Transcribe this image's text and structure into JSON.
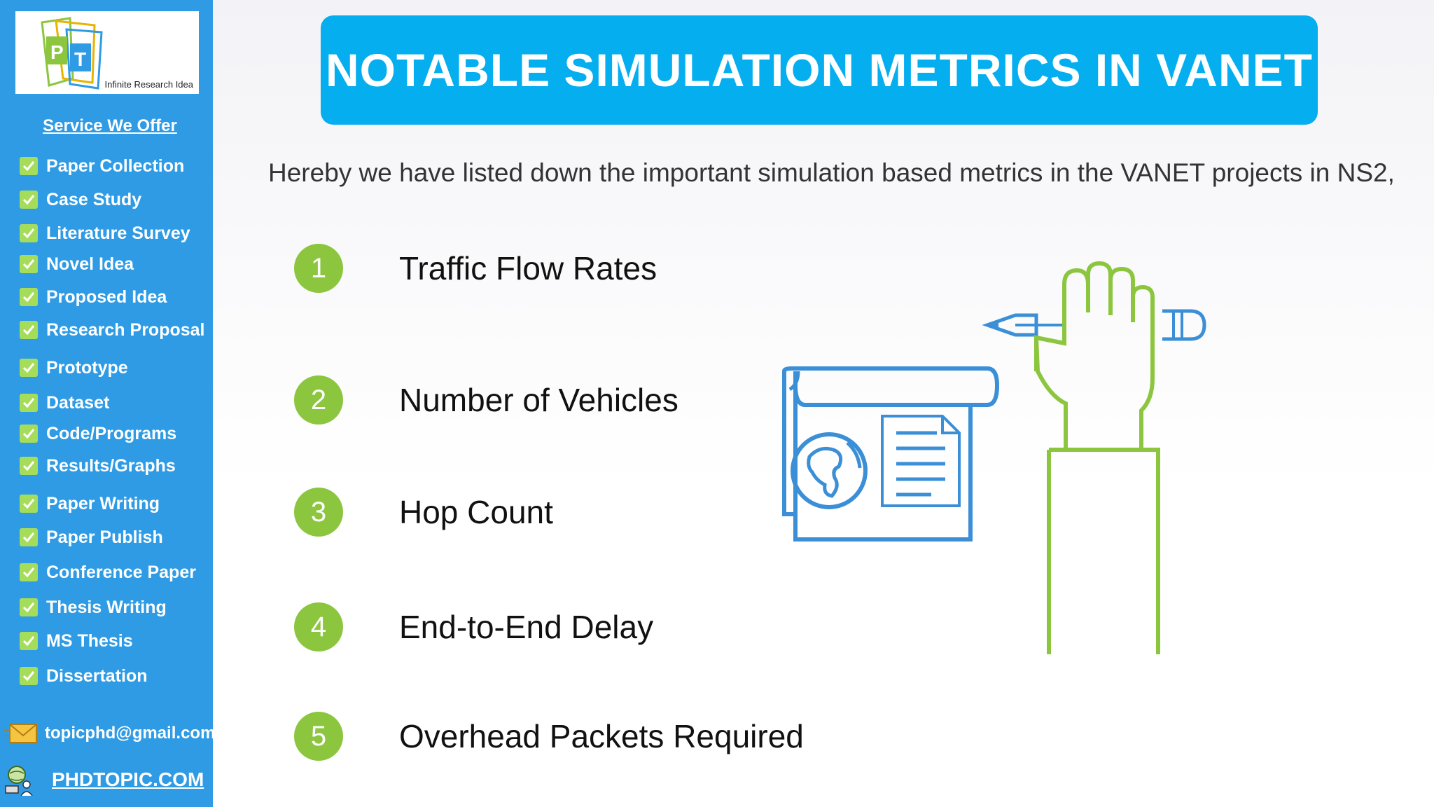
{
  "sidebar": {
    "logo_letters": [
      "P",
      "T"
    ],
    "logo_tagline": "Infinite Research Idea",
    "service_title": "Service We Offer",
    "services": [
      "Paper Collection",
      "Case Study",
      "Literature Survey",
      "Novel Idea",
      "Proposed Idea",
      "Research Proposal",
      "Prototype",
      "Dataset",
      "Code/Programs",
      "Results/Graphs",
      "Paper Writing",
      "Paper Publish",
      "Conference Paper",
      "Thesis Writing",
      "MS Thesis",
      "Dissertation"
    ],
    "email": "topicphd@gmail.com",
    "website": "PHDTOPIC.COM"
  },
  "main": {
    "title": "NOTABLE SIMULATION METRICS IN VANET",
    "intro": "Hereby we have listed down the important simulation based metrics in the VANET projects in NS2,",
    "metrics": [
      {
        "number": "1",
        "label": "Traffic Flow Rates"
      },
      {
        "number": "2",
        "label": "Number of Vehicles"
      },
      {
        "number": "3",
        "label": "Hop Count"
      },
      {
        "number": "4",
        "label": "End-to-End Delay"
      },
      {
        "number": "5",
        "label": "Overhead Packets Required"
      }
    ]
  },
  "colors": {
    "sidebar": "#2f9be4",
    "banner": "#05aeef",
    "badge": "#8cc63f",
    "check": "#a5dd5a",
    "illustration_blue": "#3b8fd6",
    "illustration_green": "#8cc63f"
  },
  "icons": [
    "checkmark-icon",
    "envelope-icon",
    "globe-person-icon",
    "document-globe-icon",
    "hand-pencil-icon"
  ]
}
